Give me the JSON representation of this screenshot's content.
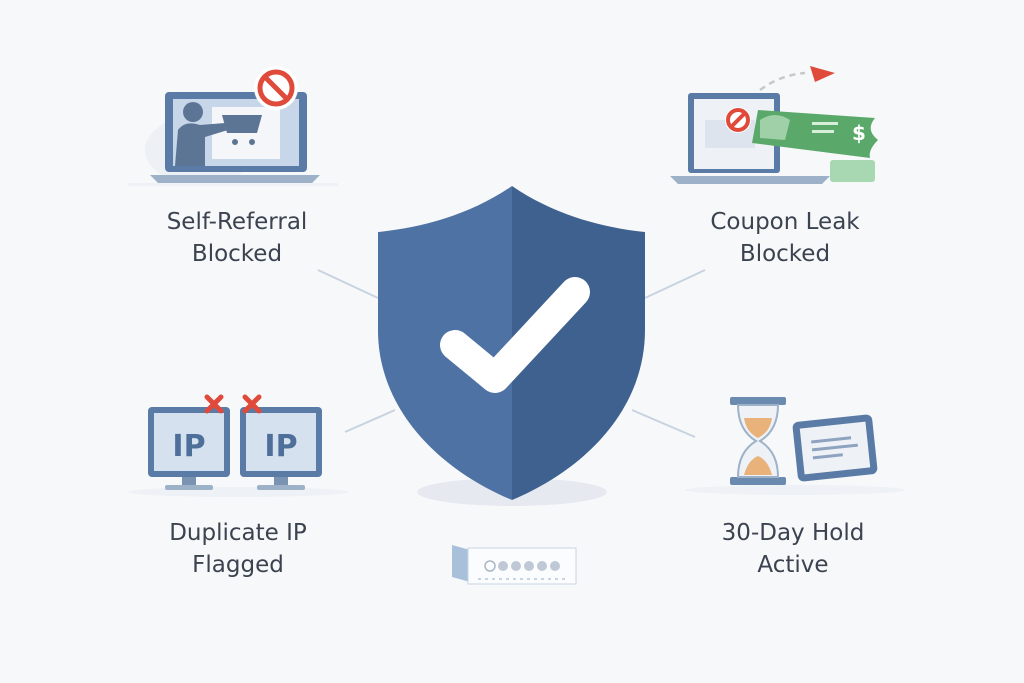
{
  "colors": {
    "shield_light": "#4d72a3",
    "shield_dark": "#3e6190",
    "block_red": "#e04a3a",
    "coupon_green": "#5aa96a",
    "monitor_blue": "#5a7ba6",
    "hourglass_sand": "#e8b27a",
    "text": "#3b4350"
  },
  "center": {
    "icon": "shield-check-icon"
  },
  "items": [
    {
      "line1": "Self-Referral",
      "line2": "Blocked",
      "icon": "laptop-cart-blocked-icon"
    },
    {
      "line1": "Coupon Leak",
      "line2": "Blocked",
      "icon": "laptop-coupon-blocked-icon",
      "coupon_symbol": "$"
    },
    {
      "line1": "Duplicate IP",
      "line2": "Flagged",
      "icon": "duplicate-ip-monitors-icon",
      "monitor_text": "IP"
    },
    {
      "line1": "30-Day Hold",
      "line2": "Active",
      "icon": "hourglass-tablet-icon"
    }
  ]
}
